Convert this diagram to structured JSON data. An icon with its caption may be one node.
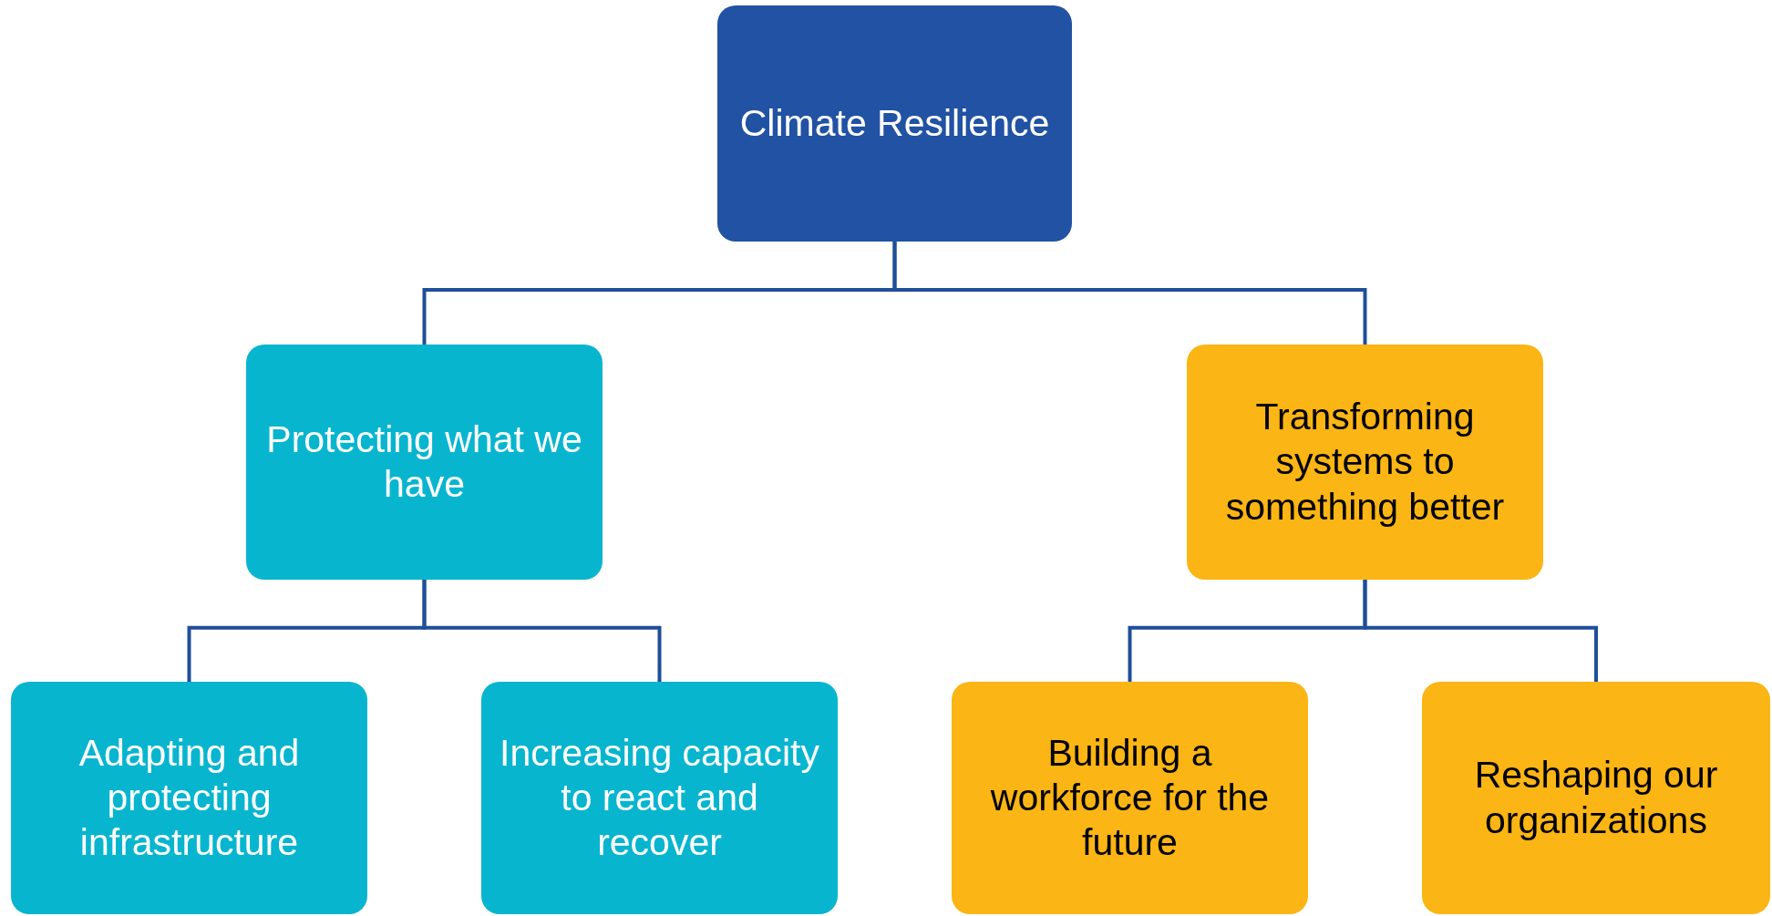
{
  "diagram": {
    "nodes": [
      {
        "text": [
          "Climate Resilience"
        ]
      },
      {
        "text": [
          "Protecting what we have"
        ]
      },
      {
        "text": [
          "Transforming systems to something better"
        ]
      },
      {
        "text": [
          "Adapting and protecting infrastructure"
        ]
      },
      {
        "text": [
          "Increasing capacity to react and recover"
        ]
      },
      {
        "text": [
          "Building a workforce for the future"
        ]
      },
      {
        "text": [
          "Reshaping our organizations"
        ]
      }
    ],
    "edges": [
      {
        "from": 0,
        "to": 1,
        "arrow": "none"
      },
      {
        "from": 0,
        "to": 2,
        "arrow": "none"
      },
      {
        "from": 1,
        "to": 3,
        "arrow": "none"
      },
      {
        "from": 1,
        "to": 4,
        "arrow": "none"
      },
      {
        "from": 2,
        "to": 5,
        "arrow": "none"
      },
      {
        "from": 2,
        "to": 6,
        "arrow": "none"
      }
    ]
  }
}
